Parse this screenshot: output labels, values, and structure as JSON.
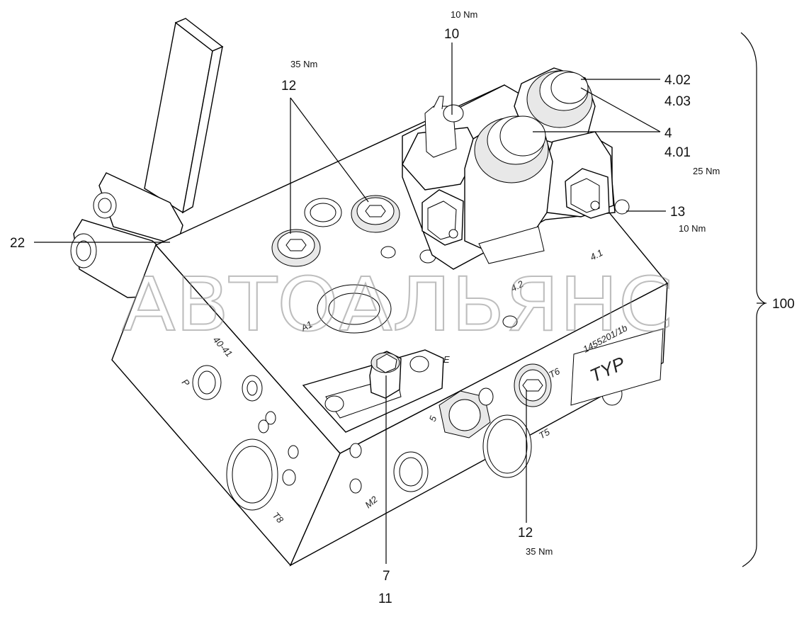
{
  "callouts": {
    "torque_10_top": "10 Nm",
    "item_10": "10",
    "torque_35_left": "35 Nm",
    "item_12_top": "12",
    "item_4_02": "4.02",
    "item_4_03": "4.03",
    "item_4": "4",
    "item_4_01": "4.01",
    "torque_25": "25 Nm",
    "item_13": "13",
    "torque_10_right": "10 Nm",
    "item_22": "22",
    "item_100": "100",
    "item_12_bottom": "12",
    "torque_35_bottom": "35 Nm",
    "item_7": "7",
    "item_11": "11"
  },
  "part_markings": {
    "port_4_1": "4.1",
    "port_4_2": "4.2",
    "port_a1": "A1",
    "port_40_41": "40-41",
    "port_p": "P",
    "port_e": "E",
    "serial": "1455201/1b",
    "type_plate": "TYP",
    "port_t6": "T6",
    "port_5": "5",
    "port_t5": "T5",
    "port_m2": "M2",
    "port_t8": "T8"
  },
  "watermark": "АВТОАЛЬЯНС"
}
